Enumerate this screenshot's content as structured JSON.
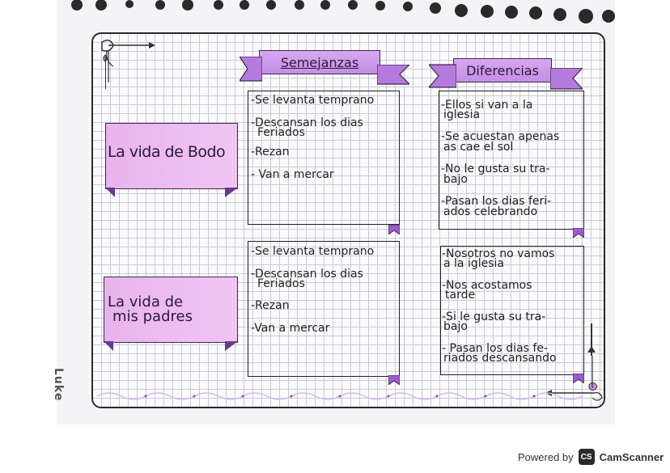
{
  "headers": {
    "similarities": "Semejanzas",
    "differences": "Diferencias"
  },
  "rows": [
    {
      "label": "La vida de Bodo",
      "similarities": [
        "-Se levanta temprano",
        "-Descansan los dias",
        "Feriados",
        "-Rezan",
        "- Van a mercar"
      ],
      "differences": [
        "-Ellos si van a la",
        "iglesia",
        "-Se acuestan apenas",
        "as cae el sol",
        "-No le gusta su tra-",
        "bajo",
        "-Pasan los dias feri-",
        "ados celebrando"
      ]
    },
    {
      "label_line1": "La vida de",
      "label_line2": "mis padres",
      "similarities": [
        "-Se levanta temprano",
        "-Descansan los dias",
        "Feriados",
        "-Rezan",
        "-Van a mercar"
      ],
      "differences": [
        "-Nosotros no vamos",
        "a la iglesia",
        "-Nos acostamos",
        "tarde",
        "-Si le gusta su tra-",
        "bajo",
        "- Pasan los dias fe-",
        "riados descansando"
      ]
    }
  ],
  "signature": "Luke",
  "footer": {
    "powered_by": "Powered by",
    "brand": "CamScanner",
    "logo_text": "CS"
  },
  "colors": {
    "accent": "#c58ee6",
    "label_pink": "#ecbaf0",
    "ink": "#222222"
  }
}
